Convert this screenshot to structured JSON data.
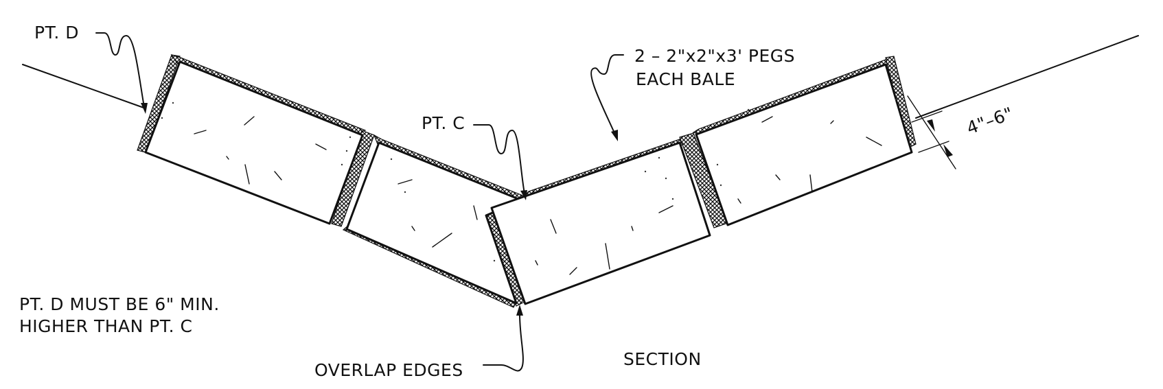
{
  "labels": {
    "pt_d": "PT. D",
    "pegs_line1": "2 – 2\"x2\"x3' PEGS",
    "pegs_line2": "EACH BALE",
    "pt_c": "PT. C",
    "dimension": "4\"–6\"",
    "note_line1": "PT. D MUST BE 6\" MIN.",
    "note_line2": "HIGHER THAN PT. C",
    "overlap": "OVERLAP EDGES",
    "section": "SECTION"
  }
}
